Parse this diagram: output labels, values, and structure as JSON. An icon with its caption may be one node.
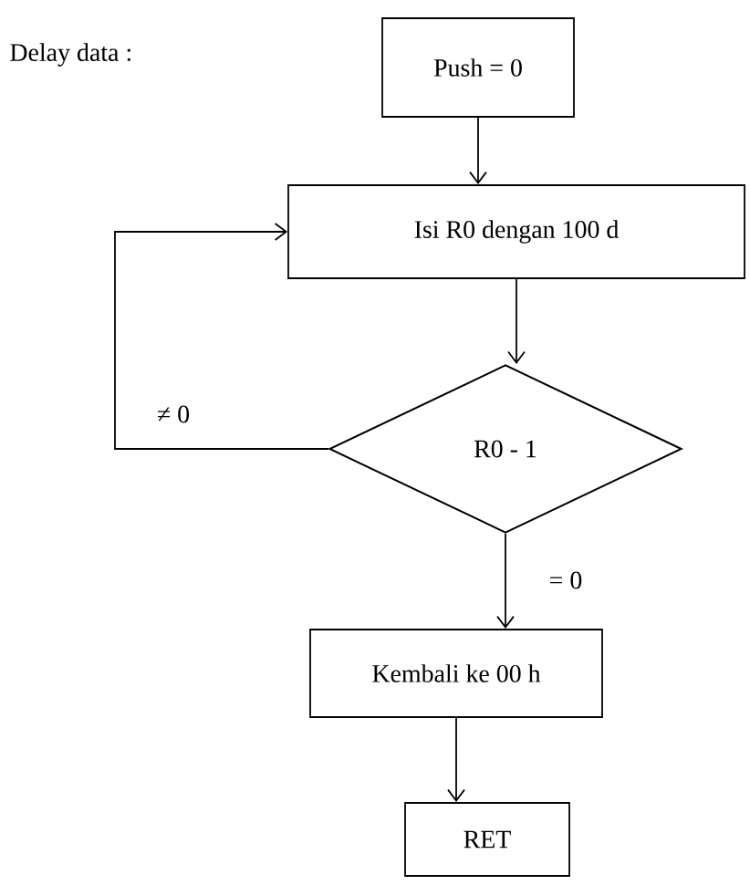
{
  "diagram": {
    "title": "Delay data :",
    "nodes": [
      {
        "text": [
          "Push  = 0"
        ]
      },
      {
        "text": [
          "Isi R0 dengan 100 d"
        ]
      },
      {
        "text": [
          "R0 - 1"
        ]
      },
      {
        "text": [
          "Kembali ke 00 h"
        ]
      },
      {
        "text": [
          "RET"
        ]
      }
    ],
    "edges": [
      {
        "from": 0,
        "to": 1,
        "arrow": "to"
      },
      {
        "from": 1,
        "to": 2,
        "arrow": "to"
      },
      {
        "from": 2,
        "to": 1,
        "arrow": "to",
        "label": "≠ 0"
      },
      {
        "from": 2,
        "to": 3,
        "arrow": "to",
        "label": "= 0"
      },
      {
        "from": 3,
        "to": 4,
        "arrow": "to"
      }
    ]
  }
}
